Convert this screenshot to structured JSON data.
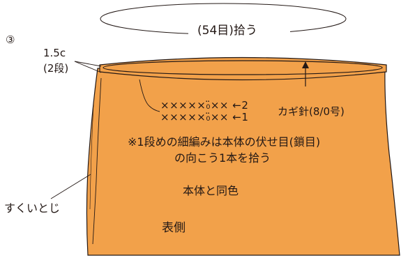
{
  "labels": {
    "pickup": "(54目)拾う",
    "step": "③",
    "rim_width": "1.5c",
    "rim_rows": "(2段)",
    "stitch_row_2": "×××××₀̈××  ←2",
    "stitch_row_1": "×××××₀̈××  ←1",
    "hook": "カギ針(8/0号)",
    "note_line_1": "※1段めの細編みは本体の伏せ目(鎖目)",
    "note_line_2": "の向こう1本を拾う",
    "same_color": "本体と同色",
    "right_side": "表側",
    "slip_stitch": "すくいとじ"
  },
  "colors": {
    "body_fill": "#f2a14a",
    "line": "#231815",
    "background": "#ffffff"
  }
}
